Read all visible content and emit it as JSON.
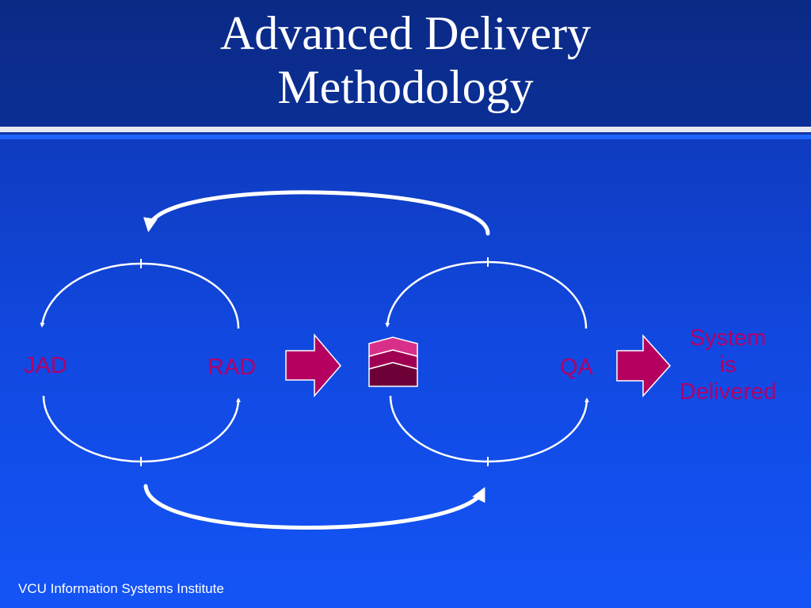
{
  "title": {
    "line1": "Advanced Delivery",
    "line2": "Methodology"
  },
  "labels": {
    "jad": "JAD",
    "rad": "RAD",
    "qa": "QA",
    "delivered_line1": "System",
    "delivered_line2": "is",
    "delivered_line3": "Delivered"
  },
  "footer": "VCU Information Systems Institute",
  "colors": {
    "background_top": "#0b2a86",
    "background_bottom": "#1454f6",
    "label": "#b0006a",
    "arrow_fill": "#b5005f",
    "stack_top": "#d8308a",
    "stack_middle": "#a00052",
    "stack_bottom": "#6e0038"
  },
  "icons": [
    "cycle-arrows",
    "right-block-arrow",
    "stacked-chevrons"
  ]
}
